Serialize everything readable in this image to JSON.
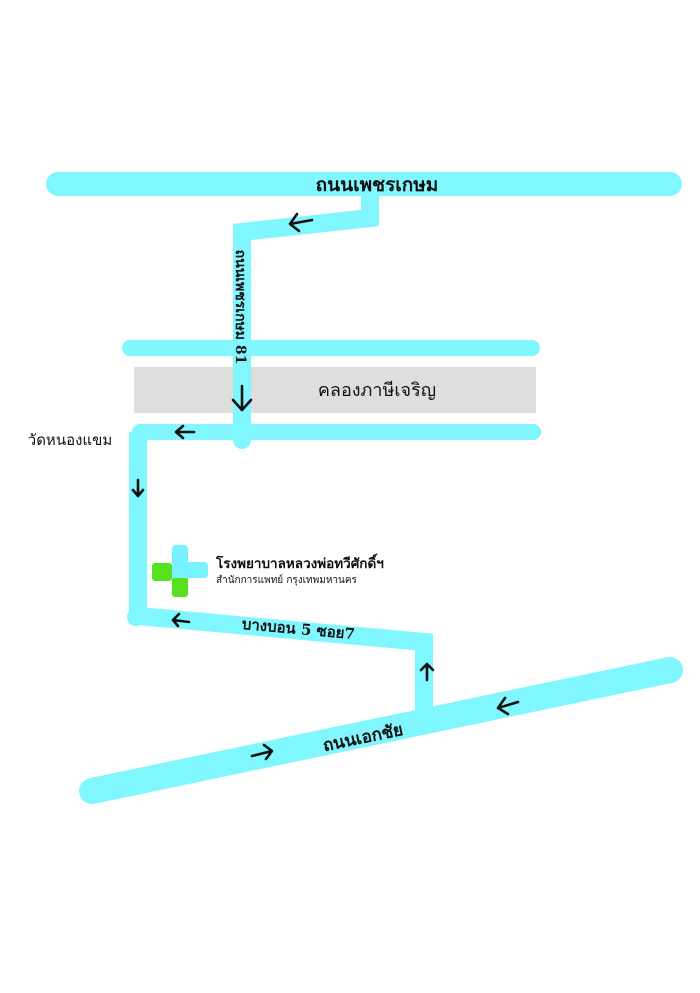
{
  "roads": {
    "phetkasem": "ถนนเพชรเกษม",
    "phetkasem_81": "ถนนเพชรเกษม 81",
    "ekkachai": "ถนนเอกชัย",
    "bang_bon_5_soi_7": "บางบอน 5 ซอย7"
  },
  "canal": "คลองภาษีเจริญ",
  "temple": "วัดหนองแขม",
  "hospital": {
    "name": "โรงพยาบาลหลวงพ่อทวีศักดิ์ฯ",
    "subtitle": "สำนักการแพทย์ กรุงเทพมหานคร",
    "logo": "green-cyan-cross-icon"
  },
  "colors": {
    "road": "#80f7ff",
    "canal": "#dededd",
    "logo_cyan": "#77f3ff",
    "logo_green": "#55e11d",
    "text": "#111111"
  }
}
